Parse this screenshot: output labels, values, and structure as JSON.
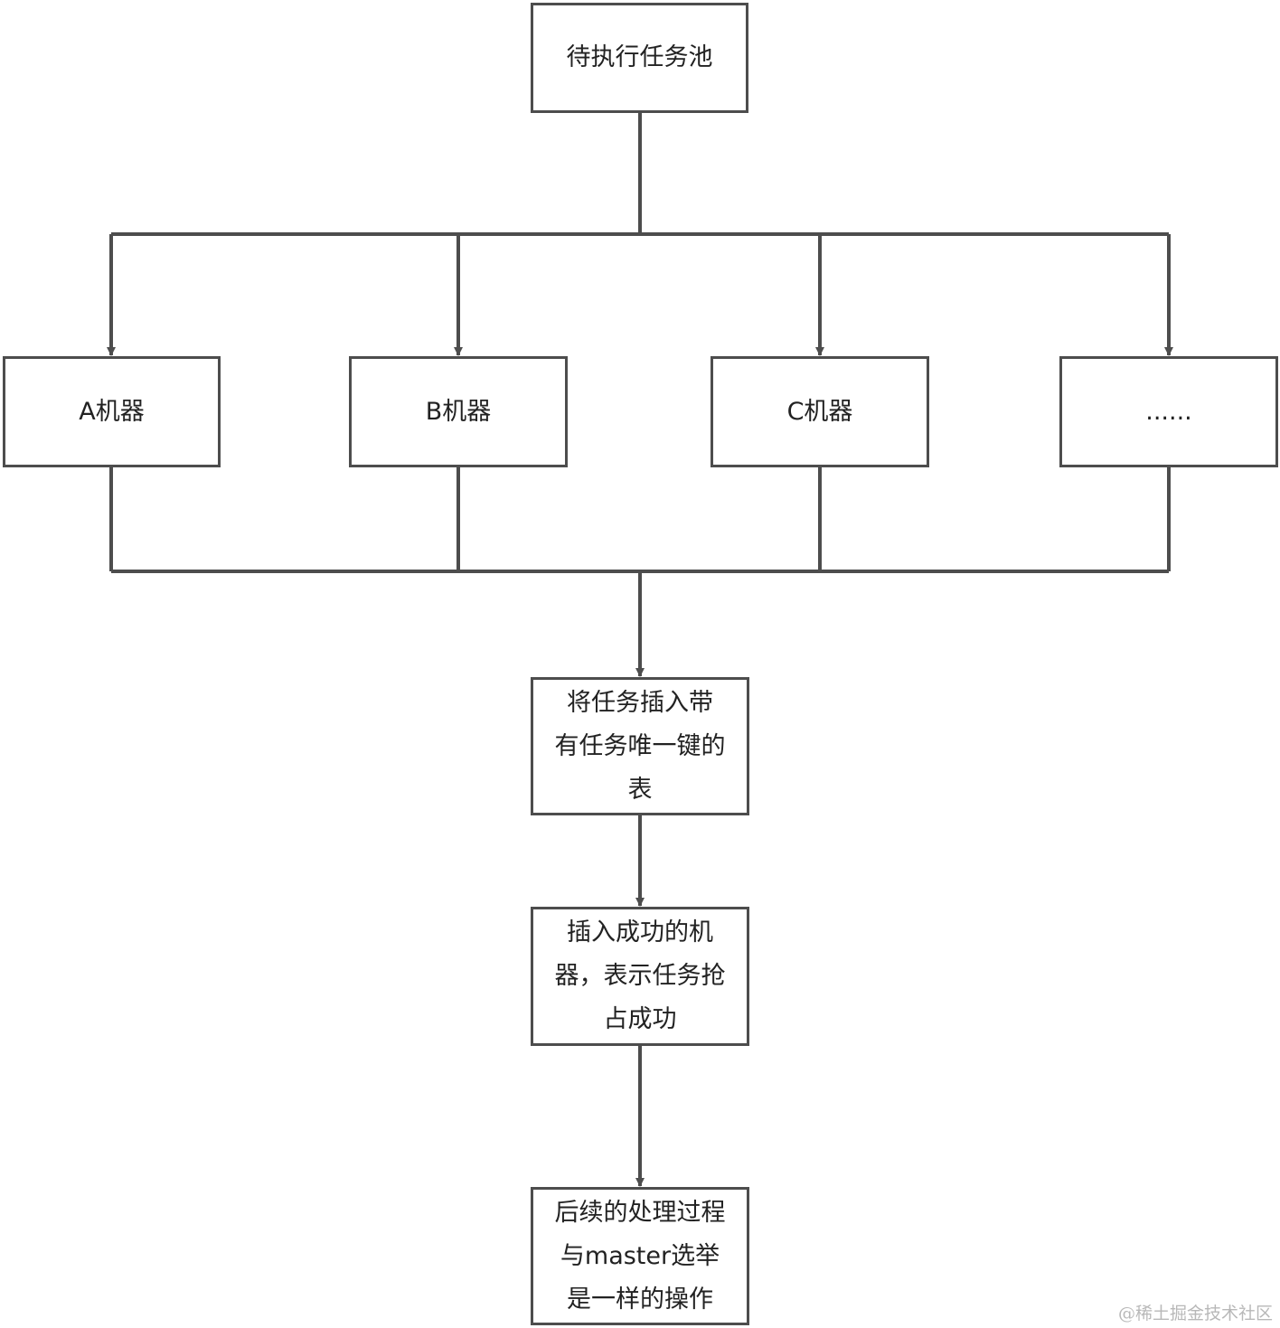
{
  "diagram": {
    "nodes": {
      "pool": "待执行任务池",
      "machine_a": "A机器",
      "machine_b": "B机器",
      "machine_c": "C机器",
      "machine_more": "......",
      "insert_table": "将任务插入带\n有任务唯一键的\n表",
      "insert_success": "插入成功的机\n器，表示任务抢\n占成功",
      "followup": "后续的处理过程\n与master选举\n是一样的操作"
    },
    "edges": [
      {
        "from": "pool",
        "to": "machine_a"
      },
      {
        "from": "pool",
        "to": "machine_b"
      },
      {
        "from": "pool",
        "to": "machine_c"
      },
      {
        "from": "pool",
        "to": "machine_more"
      },
      {
        "from": "machine_a",
        "to": "insert_table"
      },
      {
        "from": "machine_b",
        "to": "insert_table"
      },
      {
        "from": "machine_c",
        "to": "insert_table"
      },
      {
        "from": "machine_more",
        "to": "insert_table"
      },
      {
        "from": "insert_table",
        "to": "insert_success"
      },
      {
        "from": "insert_success",
        "to": "followup"
      }
    ],
    "colors": {
      "stroke": "#4d4d4d",
      "text": "#222222",
      "background": "#ffffff"
    }
  },
  "watermark": "@稀土掘金技术社区"
}
